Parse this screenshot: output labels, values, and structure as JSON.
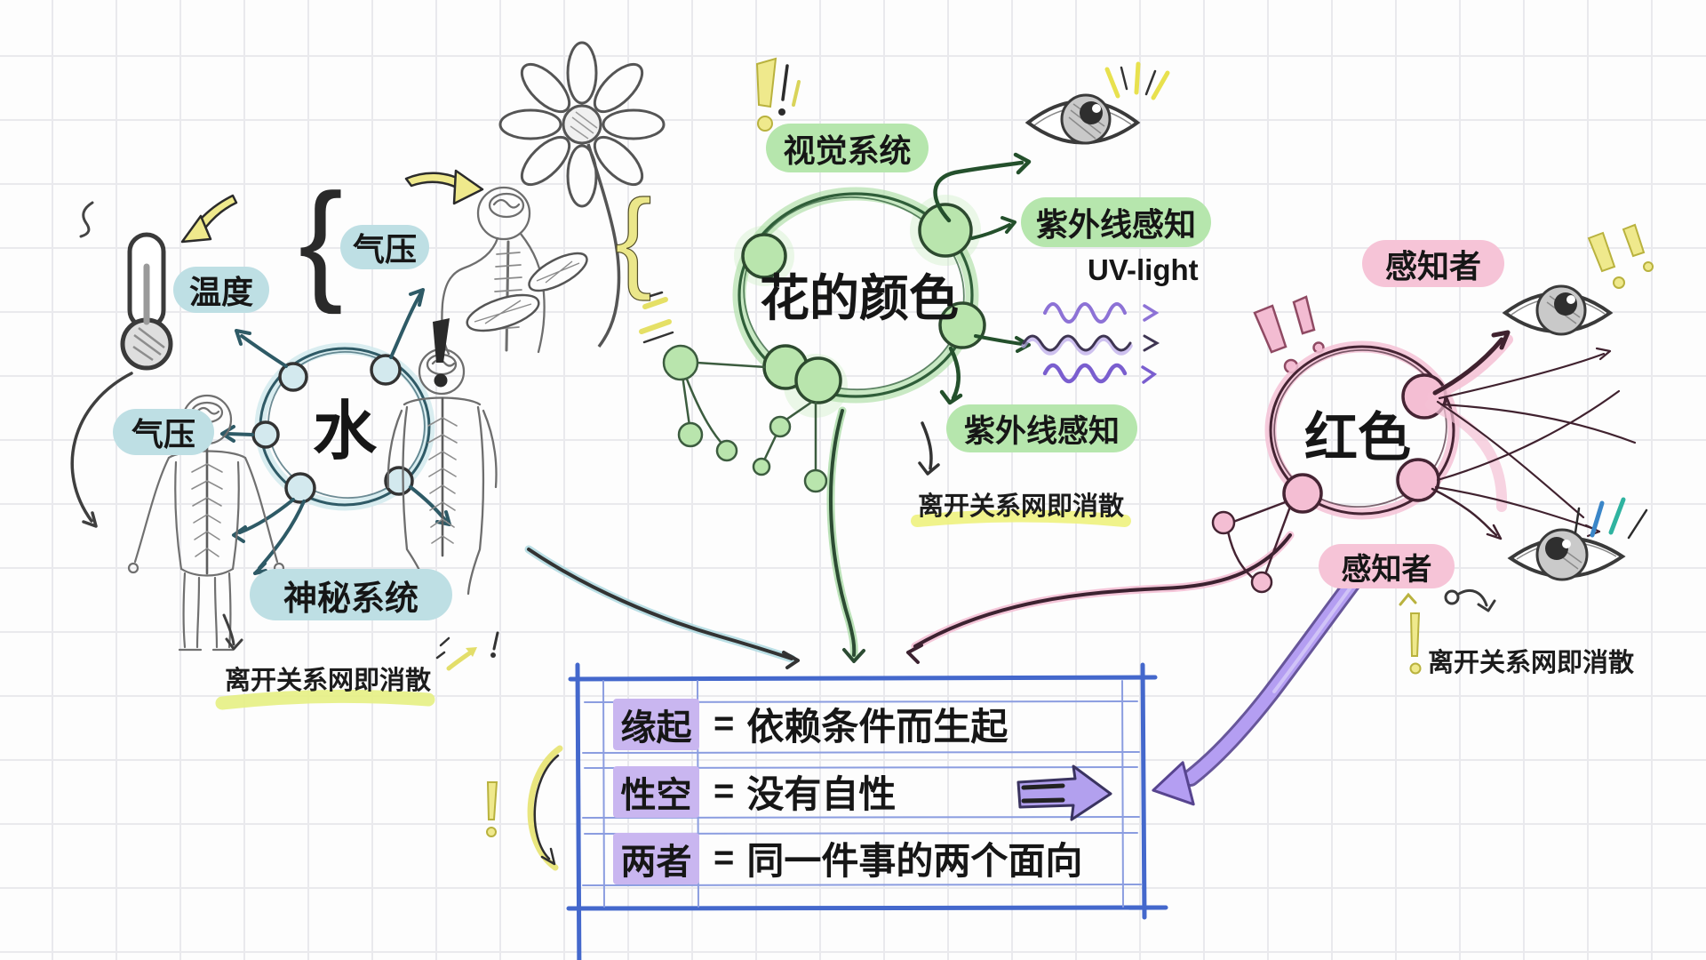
{
  "water_cluster": {
    "center_label": "水",
    "temperature_label": "温度",
    "pressure_top_label": "气压",
    "pressure_left_label": "气压",
    "system_label": "神秘系统",
    "dissolve_note": "离开关系网即消散"
  },
  "flower_cluster": {
    "center_label": "花的颜色",
    "visual_system_label": "视觉系统",
    "uv_top_label": "紫外线感知",
    "uv_light_label": "UV-light",
    "uv_bottom_label": "紫外线感知",
    "dissolve_note": "离开关系网即消散"
  },
  "red_cluster": {
    "center_label": "红色",
    "perceiver_top_label": "感知者",
    "perceiver_bottom_label": "感知者",
    "dissolve_note": "离开关系网即消散"
  },
  "summary_table": {
    "equals_sign": "=",
    "rows": [
      {
        "term": "缘起",
        "definition": "依赖条件而生起"
      },
      {
        "term": "性空",
        "definition": "没有自性"
      },
      {
        "term": "两者",
        "definition": "同一件事的两个面向"
      }
    ]
  },
  "decor": {
    "brace": "{"
  },
  "colors": {
    "blue_pill": "#bedfe4",
    "green_pill": "#b6e6ad",
    "pink_pill": "#f6c4d7",
    "purple_highlight": "#c9b6f0",
    "table_line_blue": "#4468cc",
    "yellow_accent": "#efe98c",
    "note_highlight": "#e6f083",
    "uv_purple": "#8d72d6"
  }
}
